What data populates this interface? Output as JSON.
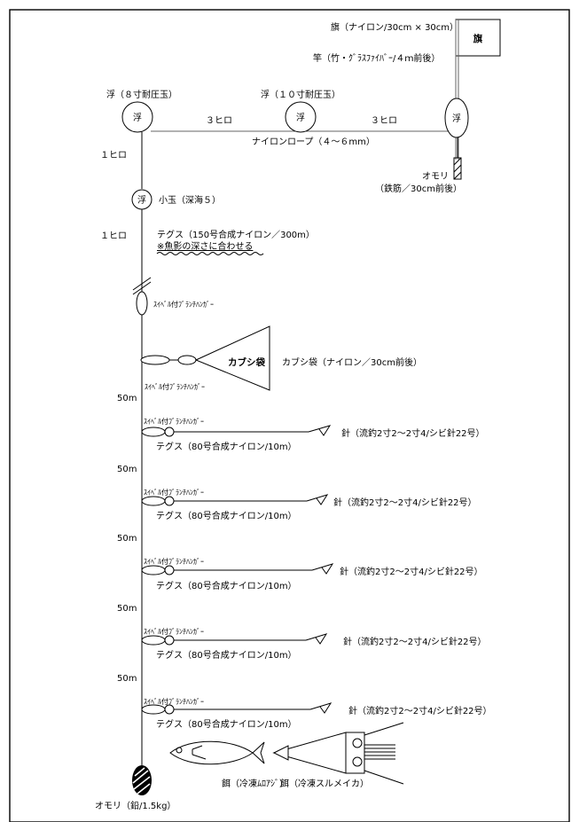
{
  "flag": {
    "mark": "旗",
    "label": "旗（ナイロン/30cm × 30cm）",
    "pole": "竿（竹・ｸﾞﾗｽﾌｧｲﾊﾞｰ/４ｍ前後）"
  },
  "floats": {
    "glyph": "浮",
    "left_label": "浮（８寸耐圧玉）",
    "mid_label": "浮（１０寸耐圧玉）",
    "small_label": "小玉（深海５）"
  },
  "rope": {
    "span1": "３ヒロ",
    "span2": "３ヒロ",
    "label": "ナイロンロープ（４～６mm）"
  },
  "depths": {
    "d1": "１ヒロ",
    "d2": "１ヒロ"
  },
  "anchor": {
    "label": "オモリ",
    "detail": "（鉄筋／30cm前後）"
  },
  "mainline": {
    "label": "テグス（150号合成ナイロン／300m）",
    "note": "※魚影の深さに合わせる"
  },
  "swivel": "ｽｲﾍﾞﾙ付ﾌﾞﾗﾝﾁﾊﾝｶﾞｰ",
  "net_bag": {
    "inner": "カブシ袋",
    "outer": "カブシ袋（ナイロン／30cm前後）"
  },
  "interval": "50m",
  "branch_line": "テグス（80号合成ナイロン/10m）",
  "hook": "針（流釣2寸2～2寸4/シビ針22号）",
  "baits": {
    "fish": "餌（冷凍ﾑﾛｱｼﾞ）",
    "squid": "餌（冷凍スルメイカ）"
  },
  "sinker": "オモリ（鉛/1.5kg）",
  "colors": {
    "line": "#000000",
    "background": "#ffffff"
  }
}
